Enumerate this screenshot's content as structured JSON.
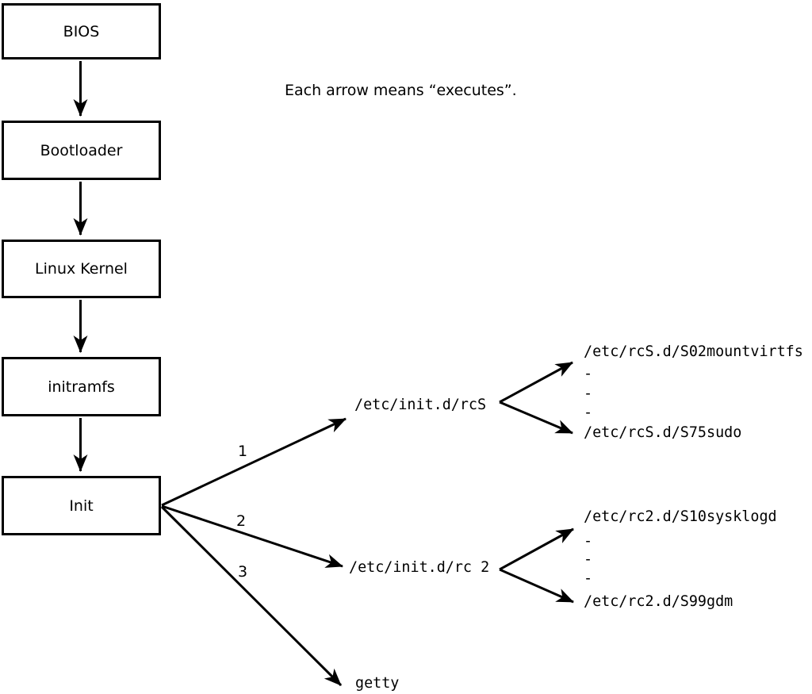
{
  "note": "Each arrow means “executes”.",
  "flow": [
    {
      "label": "BIOS"
    },
    {
      "label": "Bootloader"
    },
    {
      "label": "Linux Kernel"
    },
    {
      "label": "initramfs"
    },
    {
      "label": "Init"
    }
  ],
  "branches": [
    {
      "order": "1",
      "target": "/etc/init.d/rcS",
      "children": [
        "/etc/rcS.d/S02mountvirtfs",
        "-",
        "-",
        "-",
        "/etc/rcS.d/S75sudo"
      ]
    },
    {
      "order": "2",
      "target": "/etc/init.d/rc 2",
      "children": [
        "/etc/rc2.d/S10sysklogd",
        "-",
        "-",
        "-",
        "/etc/rc2.d/S99gdm"
      ]
    },
    {
      "order": "3",
      "target": "getty",
      "children": []
    }
  ],
  "colors": {
    "line": "#000000",
    "background": "#ffffff",
    "text": "#000000"
  }
}
